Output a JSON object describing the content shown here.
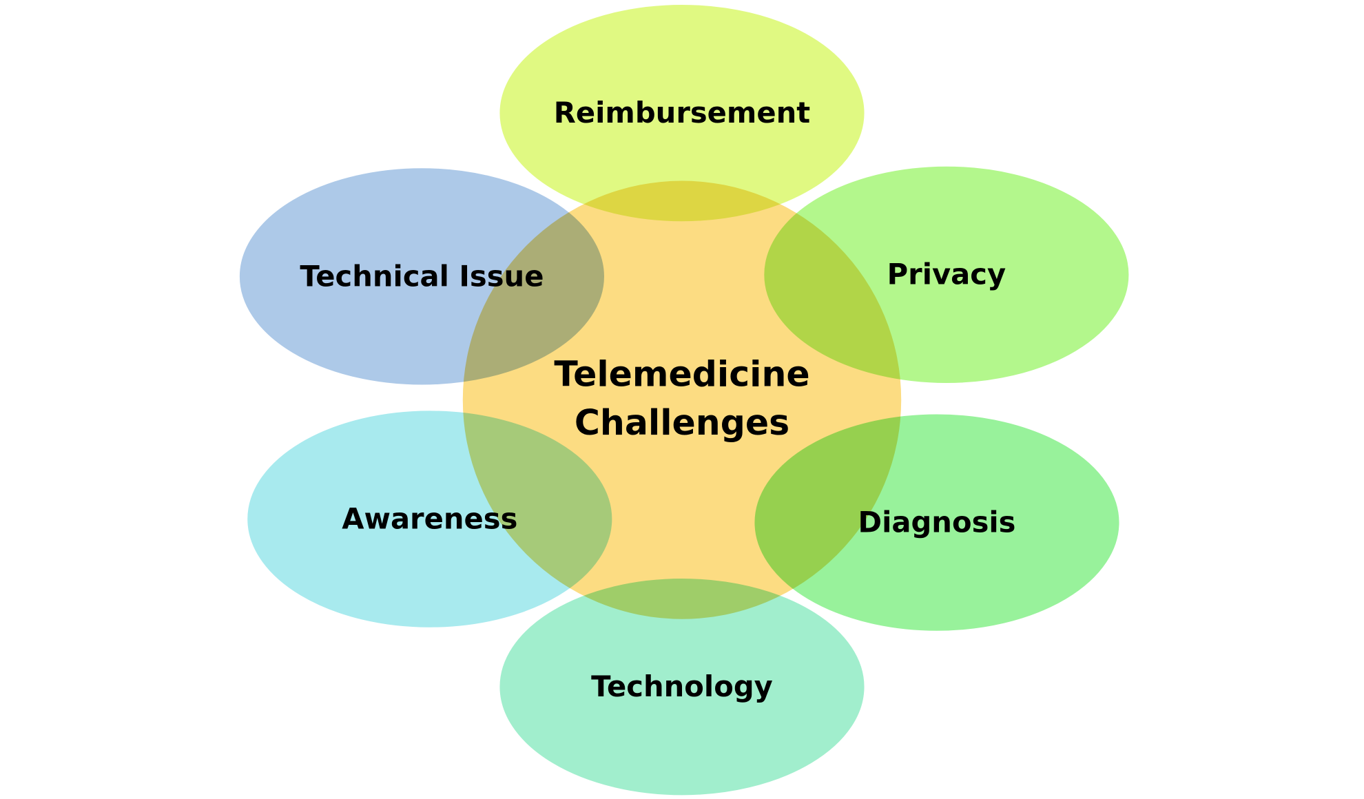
{
  "diagram": {
    "center": {
      "line1": "Telemedicine",
      "line2": "Challenges",
      "color": "#fcdc82"
    },
    "petals": [
      {
        "label": "Reimbursement",
        "color": "#e0f982"
      },
      {
        "label": "Technical Issue",
        "color": "#adc9e8"
      },
      {
        "label": "Privacy",
        "color": "#b3f78c"
      },
      {
        "label": "Awareness",
        "color": "#a8eaee"
      },
      {
        "label": "Diagnosis",
        "color": "#98f29b"
      },
      {
        "label": "Technology",
        "color": "#a1eecd"
      }
    ]
  }
}
